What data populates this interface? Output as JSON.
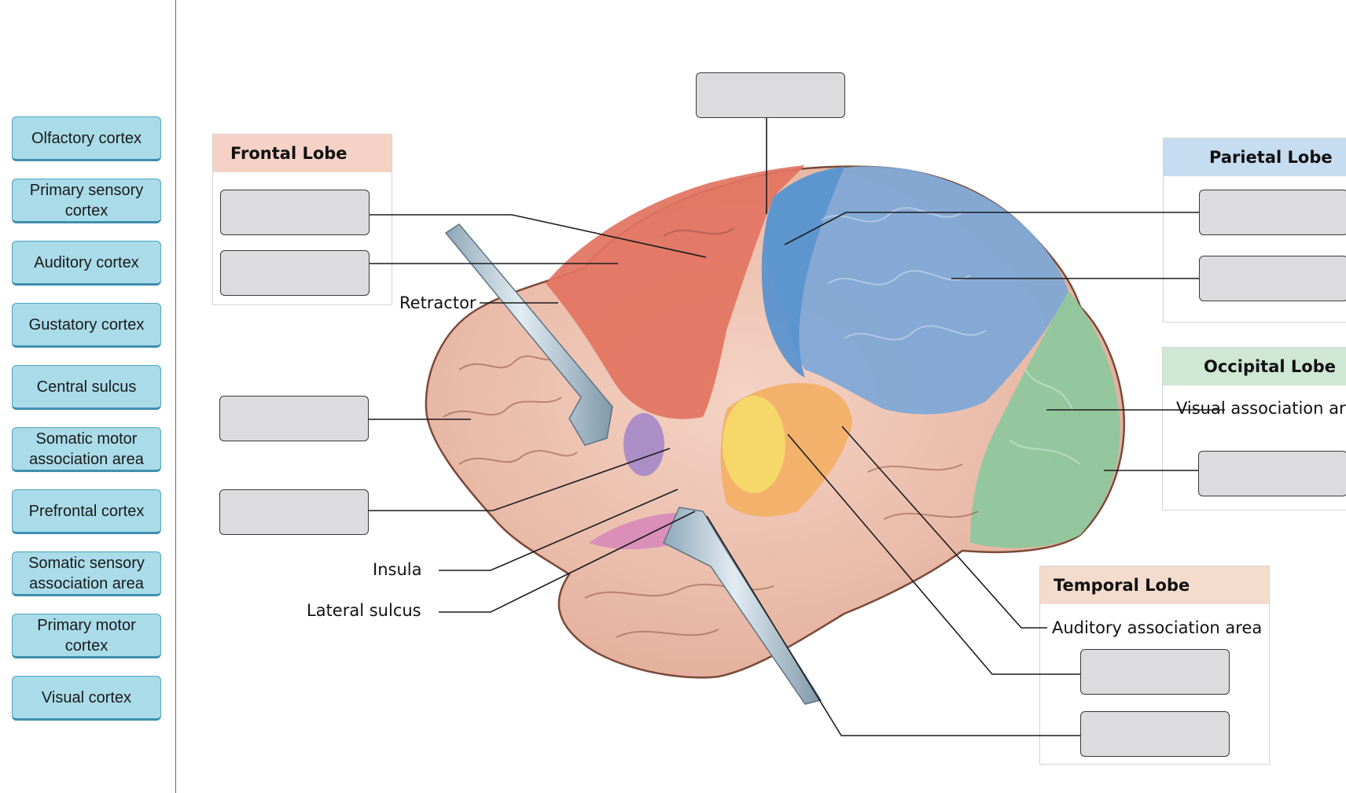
{
  "word_bank": [
    "Olfactory cortex",
    "Primary sensory cortex",
    "Auditory cortex",
    "Gustatory cortex",
    "Central sulcus",
    "Somatic motor association area",
    "Prefrontal cortex",
    "Somatic sensory association area",
    "Primary motor cortex",
    "Visual cortex"
  ],
  "panels": {
    "frontal": "Frontal Lobe",
    "parietal": "Parietal Lobe",
    "occipital": "Occipital Lobe",
    "temporal": "Temporal Lobe"
  },
  "labels": {
    "retractor": "Retractor",
    "insula": "Insula",
    "lateral_sulcus": "Lateral sulcus",
    "visual_association": "Visual association area",
    "auditory_association": "Auditory association area"
  },
  "colors": {
    "chip_fill": "#a9dbe9",
    "frontal_head": "#f6d2c6",
    "parietal_head": "#c6dcf0",
    "occipital_head": "#cfe8d6",
    "temporal_head": "#f3dccb",
    "dropbox_fill": "#dcdcde"
  }
}
